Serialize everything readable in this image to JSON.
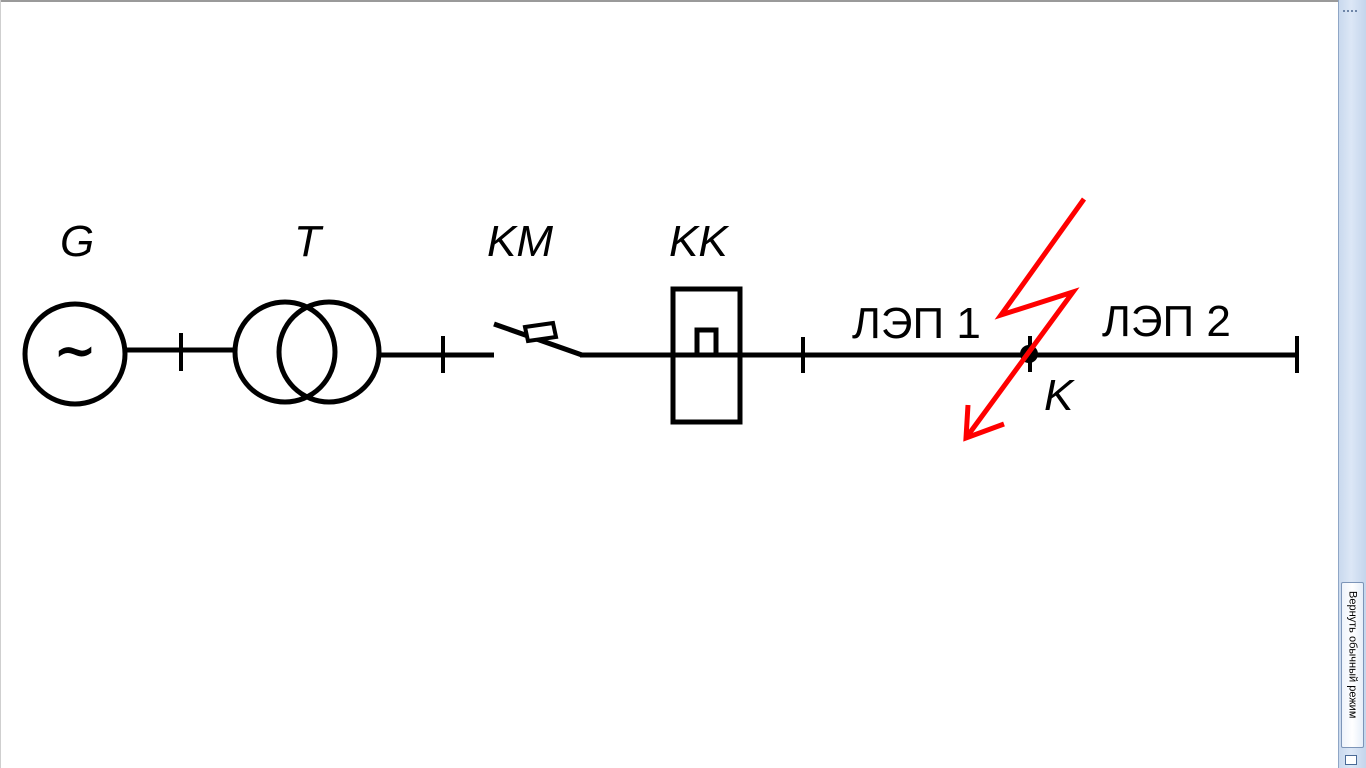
{
  "diagram": {
    "labels": {
      "generator": "G",
      "transformer": "T",
      "circuit_breaker": "KM",
      "short_circuiter": "KK",
      "line1": "ЛЭП 1",
      "line2": "ЛЭП 2",
      "fault_point": "K"
    },
    "generator_symbol": "~",
    "colors": {
      "lines": "#000000",
      "fault_arrow": "#ff0000",
      "background": "#ffffff"
    }
  },
  "side_panel": {
    "button_label": "Вернуть обычный режим",
    "corner_icon": "window-icon"
  }
}
